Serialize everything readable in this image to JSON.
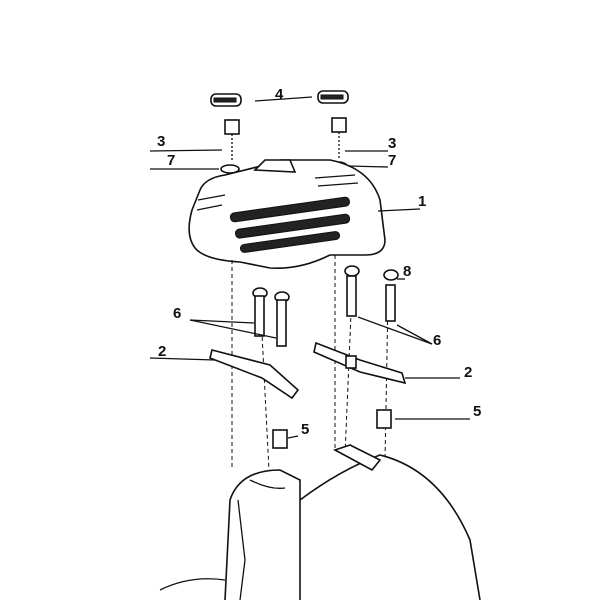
{
  "diagram": {
    "type": "exploded-assembly",
    "callouts": {
      "label_4": "4",
      "label_3_left": "3",
      "label_3_right": "3",
      "label_7_left": "7",
      "label_7_right": "7",
      "label_1": "1",
      "label_8": "8",
      "label_6_left": "6",
      "label_6_right": "6",
      "label_2_left": "2",
      "label_2_right": "2",
      "label_5_right": "5",
      "label_5_left": "5"
    }
  }
}
